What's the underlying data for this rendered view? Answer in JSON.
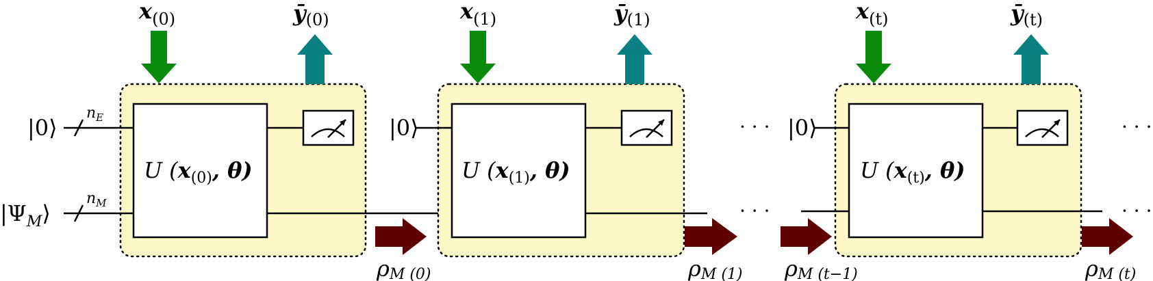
{
  "colors": {
    "background": "#ffffff",
    "block_fill": "#fcf8c8",
    "input_arrow": "#0a8a0a",
    "output_arrow": "#0a8080",
    "state_arrow": "#5c0000",
    "line": "#000000"
  },
  "icons": {
    "measurement": "measurement-meter-icon",
    "input": "arrow-down-icon",
    "output": "arrow-up-icon",
    "state": "arrow-right-icon"
  },
  "blocks": [
    {
      "input_sym": "x",
      "input_sub": "(0)",
      "output_sym": "ȳ",
      "output_sub": "(0)",
      "unitary_pre": "U (",
      "unitary_x": "x",
      "unitary_sub": "(0)",
      "unitary_post": ", θ)",
      "top_label": "|0⟩",
      "bottom_label": "|Ψ",
      "bottom_label_sub": "M",
      "bottom_label_close": "⟩",
      "top_wire_count": "n",
      "top_wire_count_sub": "E",
      "bottom_wire_count": "n",
      "bottom_wire_count_sub": "M"
    },
    {
      "input_sym": "x",
      "input_sub": "(1)",
      "output_sym": "ȳ",
      "output_sub": "(1)",
      "unitary_pre": "U (",
      "unitary_x": "x",
      "unitary_sub": "(1)",
      "unitary_post": ", θ)",
      "top_label": "|0⟩"
    },
    {
      "input_sym": "x",
      "input_sub": "(t)",
      "output_sym": "ȳ",
      "output_sub": "(t)",
      "unitary_pre": "U (",
      "unitary_x": "x",
      "unitary_sub": "(t)",
      "unitary_post": ", θ)",
      "top_label": "|0⟩"
    }
  ],
  "state_labels": [
    {
      "sym": "ρ",
      "sub": "M (0)"
    },
    {
      "sym": "ρ",
      "sub": "M (1)"
    },
    {
      "sym": "ρ",
      "sub": "M (t−1)"
    },
    {
      "sym": "ρ",
      "sub": "M (t)"
    }
  ],
  "ellipsis": "· · ·"
}
